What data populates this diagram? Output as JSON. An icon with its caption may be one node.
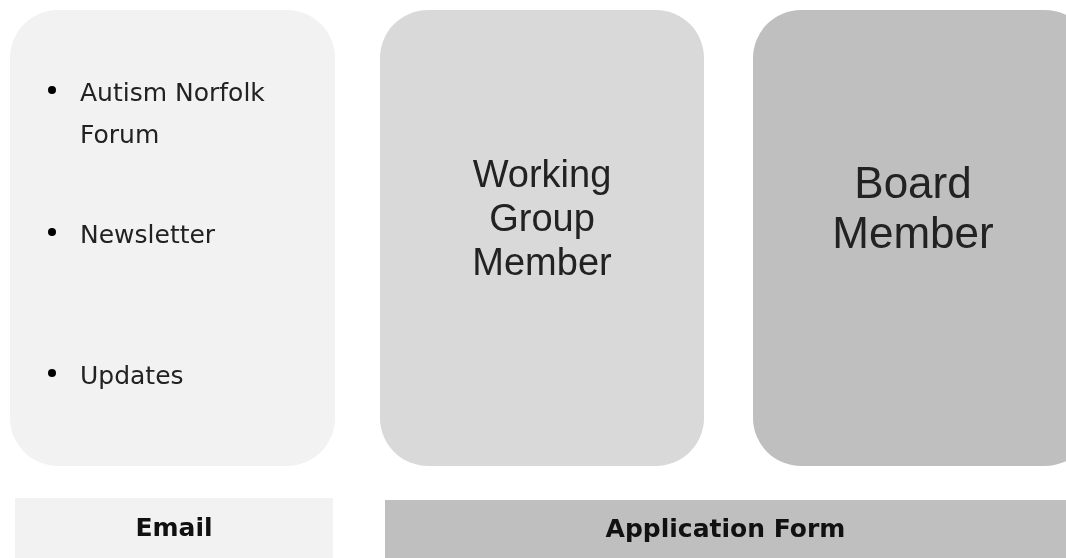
{
  "diagram": {
    "nodes": [
      {
        "text": [
          "Autism Norfolk Forum",
          "Newsletter",
          "Updates"
        ]
      },
      {
        "text": [
          "Working Group Member"
        ]
      },
      {
        "text": [
          "Board Member"
        ]
      },
      {
        "text": [
          "Email"
        ]
      },
      {
        "text": [
          "Application Form"
        ]
      }
    ]
  }
}
